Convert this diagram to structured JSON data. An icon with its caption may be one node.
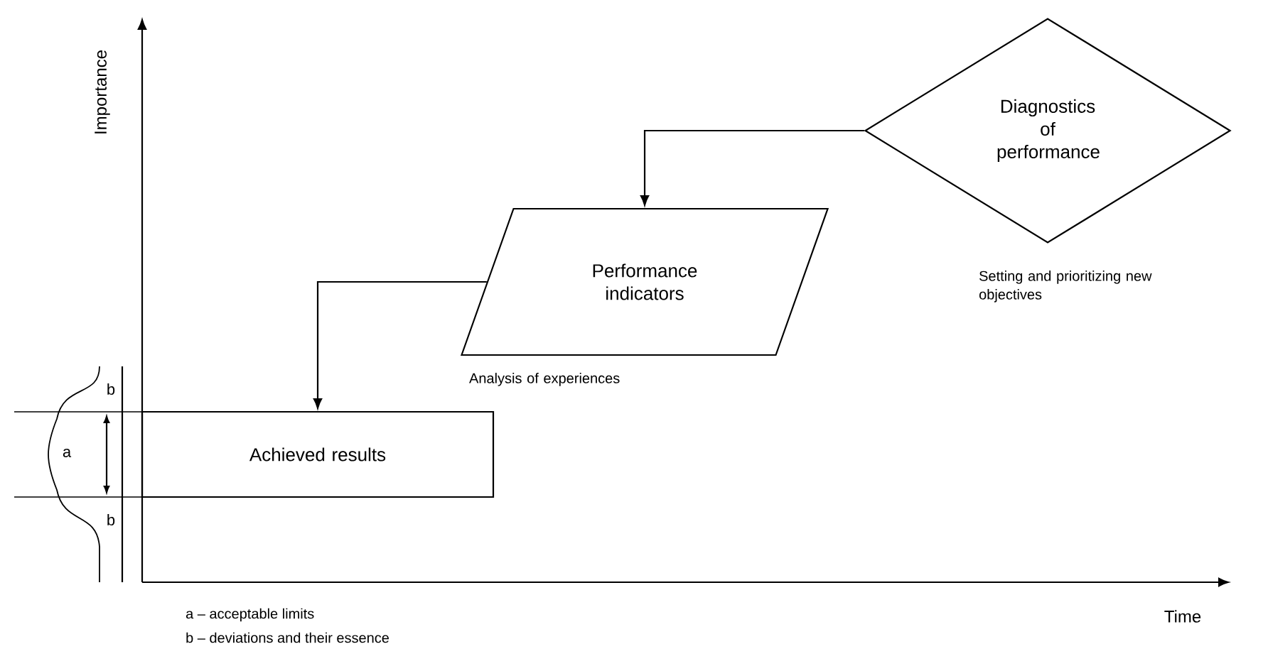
{
  "diagram": {
    "nodes": [
      {
        "text": [
          "Diagnostics of performance"
        ],
        "beside": [
          "Setting and prioritizing new objectives"
        ]
      },
      {
        "text": [
          "Performance indicators"
        ],
        "beside": [
          "Analysis of experiences"
        ]
      },
      {
        "text": [
          "Achieved results"
        ]
      }
    ],
    "edges": [
      {
        "from": 0,
        "to": 1,
        "arrow": "to"
      },
      {
        "from": 1,
        "to": 2,
        "arrow": "to"
      }
    ],
    "labels": [
      "Importance",
      "Time",
      "a",
      "b",
      "b",
      "a – acceptable limits",
      "b – deviations and their essence"
    ]
  }
}
